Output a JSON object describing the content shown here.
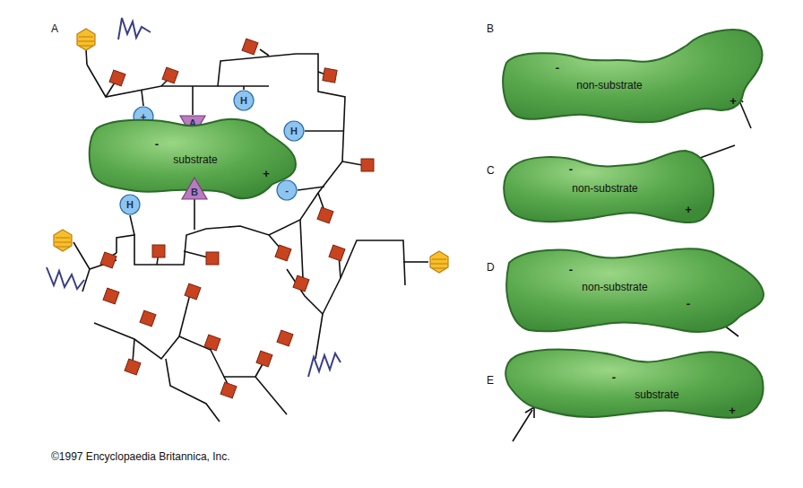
{
  "diagram": {
    "nodes": [
      {
        "text": [
          "+"
        ]
      },
      {
        "text": [
          "A"
        ]
      },
      {
        "text": [
          "H"
        ]
      },
      {
        "text": [
          "H"
        ]
      },
      {
        "text": [
          "-",
          "substrate",
          "+"
        ]
      },
      {
        "text": [
          "B"
        ]
      },
      {
        "text": [
          "-"
        ]
      },
      {
        "text": [
          "H"
        ]
      },
      {
        "text": [
          "-",
          "non-substrate",
          "+"
        ]
      },
      {
        "text": [
          "-",
          "non-substrate",
          "+"
        ]
      },
      {
        "text": [
          "-",
          "non-substrate",
          "-"
        ]
      },
      {
        "text": [
          "-",
          "substrate",
          "+"
        ]
      }
    ],
    "labels": [
      "A",
      "B",
      "C",
      "D",
      "E",
      "©1997 Encyclopaedia Britannica, Inc."
    ]
  }
}
